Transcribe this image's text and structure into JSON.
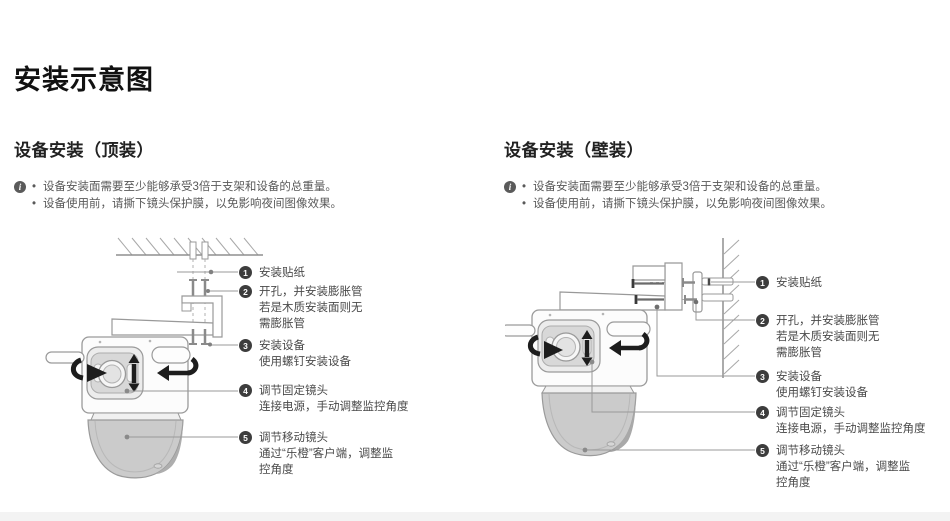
{
  "page_title": "安装示意图",
  "info_icon_glyph": "i",
  "bullet_glyph": "•",
  "sections": {
    "top_mount": {
      "heading": "设备安装（顶装）",
      "notes": [
        "设备安装面需要至少能够承受3倍于支架和设备的总重量。",
        "设备使用前，请撕下镜头保护膜，以免影响夜间图像效果。"
      ],
      "callouts": [
        {
          "num": "1",
          "label": "安装贴纸"
        },
        {
          "num": "2",
          "label": "开孔，并安装膨胀管\n若是木质安装面则无\n需膨胀管"
        },
        {
          "num": "3",
          "label": "安装设备\n使用螺钉安装设备"
        },
        {
          "num": "4",
          "label": "调节固定镜头\n连接电源，手动调整监控角度"
        },
        {
          "num": "5",
          "label": "调节移动镜头\n通过“乐橙”客户端，调整监\n控角度"
        }
      ]
    },
    "wall_mount": {
      "heading": "设备安装（壁装）",
      "notes": [
        "设备安装面需要至少能够承受3倍于支架和设备的总重量。",
        "设备使用前，请撕下镜头保护膜，以免影响夜间图像效果。"
      ],
      "callouts": [
        {
          "num": "1",
          "label": "安装贴纸"
        },
        {
          "num": "2",
          "label": "开孔，并安装膨胀管\n若是木质安装面则无\n需膨胀管"
        },
        {
          "num": "3",
          "label": "安装设备\n使用螺钉安装设备"
        },
        {
          "num": "4",
          "label": "调节固定镜头\n连接电源，手动调整监控角度"
        },
        {
          "num": "5",
          "label": "调节移动镜头\n通过“乐橙”客户端，调整监\n控角度"
        }
      ]
    }
  }
}
